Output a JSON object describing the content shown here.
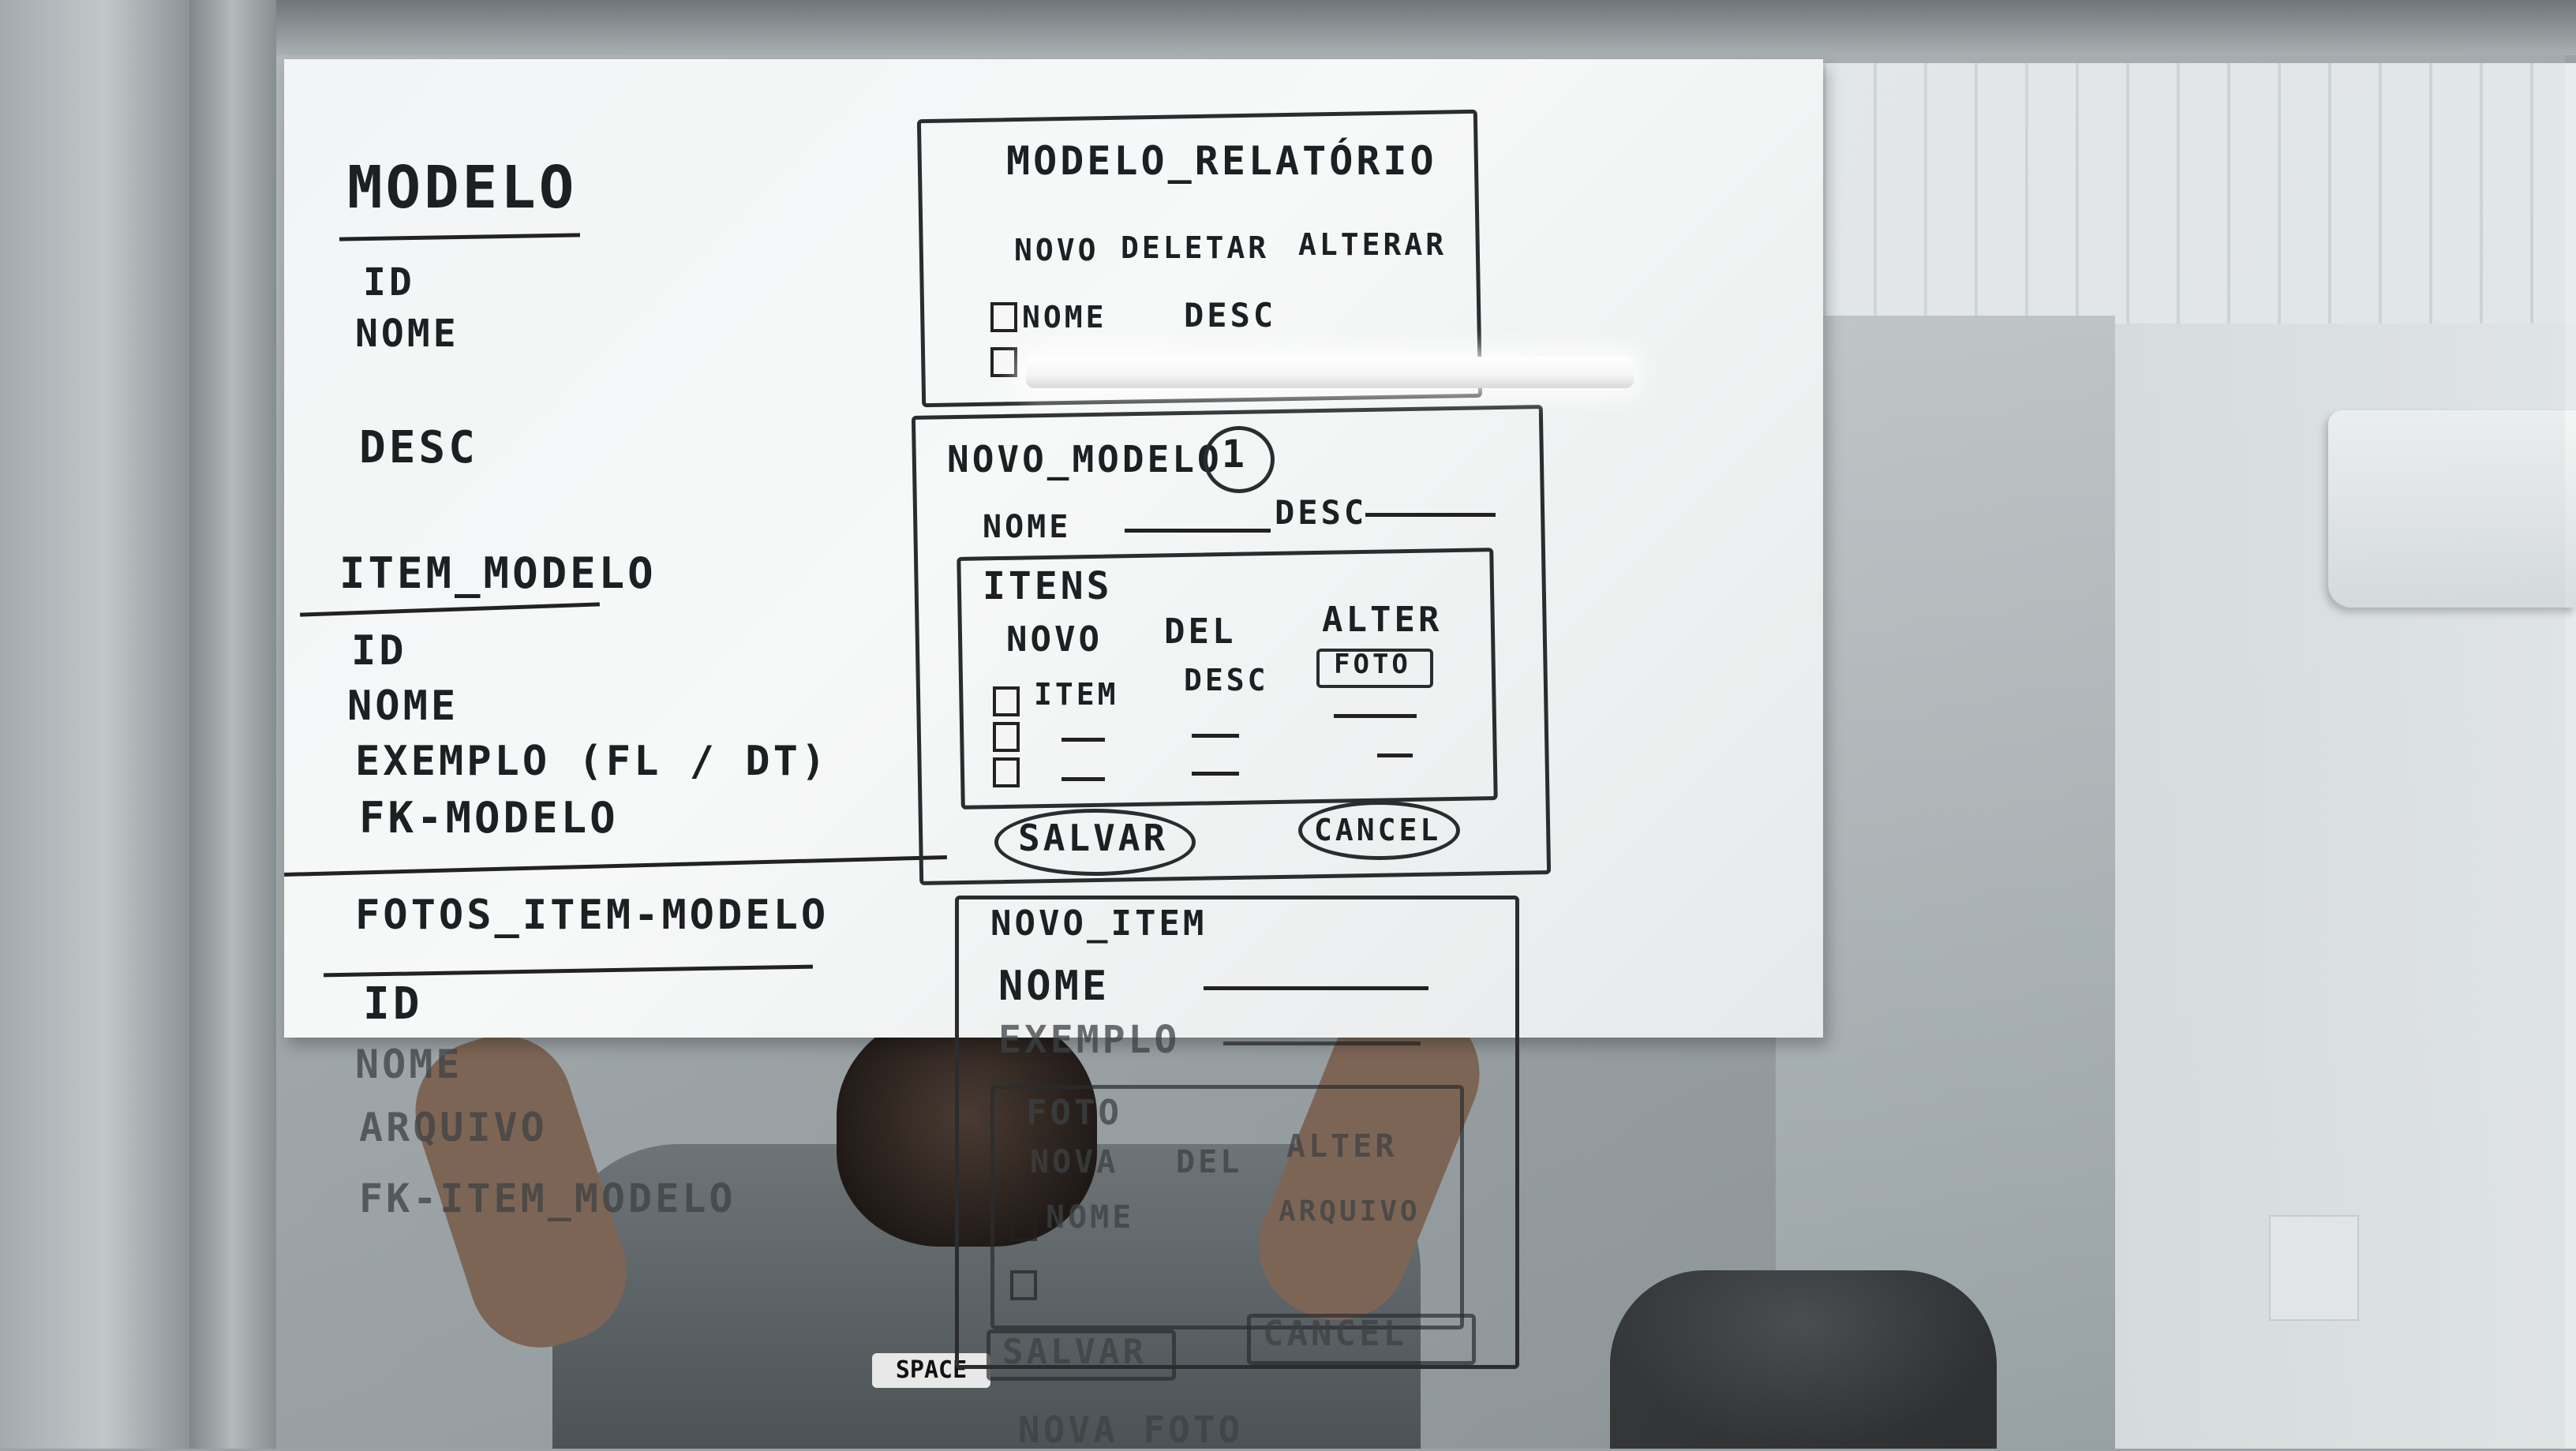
{
  "entities": {
    "modelo": {
      "title": "MODELO",
      "fields": [
        "ID",
        "NOME",
        "DESC"
      ]
    },
    "item_modelo": {
      "title": "ITEM_MODELO",
      "fields": [
        "ID",
        "NOME",
        "EXEMPLO (FL / DT)",
        "FK-MODELO"
      ]
    },
    "fotos_item_modelo": {
      "title": "FOTOS_ITEM-MODELO",
      "fields": [
        "ID",
        "NOME",
        "ARQUIVO",
        "FK-ITEM_MODELO"
      ]
    }
  },
  "screens": {
    "modelo_relatorio": {
      "title": "MODELO_RELATÓRIO",
      "actions": [
        "NOVO",
        "DELETAR",
        "ALTERAR"
      ],
      "columns": [
        "NOME",
        "DESC"
      ]
    },
    "novo_modelo": {
      "title": "NOVO_MODELO",
      "badge": "1",
      "fields": [
        "NOME",
        "DESC"
      ],
      "itens": {
        "title": "ITENS",
        "actions": [
          "NOVO",
          "DEL",
          "ALTER"
        ],
        "columns": [
          "ITEM",
          "DESC",
          "FOTO"
        ]
      },
      "buttons": [
        "SALVAR",
        "CANCEL"
      ]
    },
    "novo_item": {
      "title": "NOVO_ITEM",
      "fields": [
        "NOME",
        "EXEMPLO",
        "FOTO"
      ],
      "actions": [
        "NOVA",
        "DEL",
        "ALTER"
      ],
      "columns": [
        "NOME",
        "ARQUIVO"
      ],
      "buttons": [
        "SALVAR",
        "CANCEL"
      ]
    },
    "nova_foto": {
      "title": "NOVA FOTO"
    }
  },
  "shirt_logo": "SPACE"
}
